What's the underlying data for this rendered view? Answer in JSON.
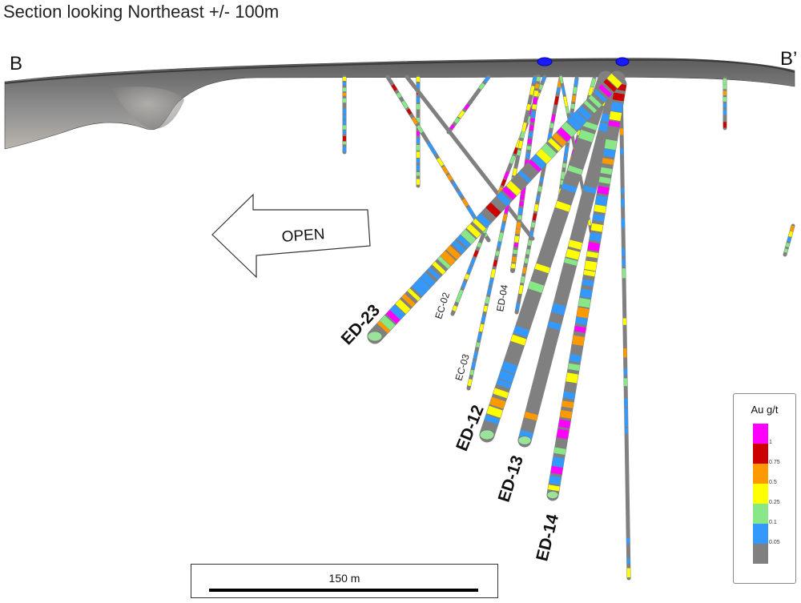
{
  "title": "Section looking Northeast +/- 100m",
  "section": {
    "left_label": "B",
    "right_label": "B’"
  },
  "arrow": {
    "label": "OPEN"
  },
  "scale_bar": {
    "label": "150 m"
  },
  "legend": {
    "title": "Au g/t",
    "bins": [
      {
        "color": "#ff00ff",
        "label": "1"
      },
      {
        "color": "#cc0000",
        "label": "0.75"
      },
      {
        "color": "#ff9900",
        "label": "0.5"
      },
      {
        "color": "#ffff00",
        "label": "0.25"
      },
      {
        "color": "#88e888",
        "label": "0.1"
      },
      {
        "color": "#3399ff",
        "label": "0.05"
      },
      {
        "color": "#808080",
        "label": ""
      }
    ]
  },
  "holes": [
    {
      "id": "ED-23",
      "label": "ED-23"
    },
    {
      "id": "EC-02",
      "label": "EC-02"
    },
    {
      "id": "ED-04",
      "label": "ED-04"
    },
    {
      "id": "EC-03",
      "label": "EC-03"
    },
    {
      "id": "ED-12",
      "label": "ED-12"
    },
    {
      "id": "ED-13",
      "label": "ED-13"
    },
    {
      "id": "ED-14",
      "label": "ED-14"
    }
  ],
  "collars": [
    {
      "name": "collar-left",
      "color": "#1a1aff"
    },
    {
      "name": "collar-right",
      "color": "#1a1aff"
    }
  ]
}
